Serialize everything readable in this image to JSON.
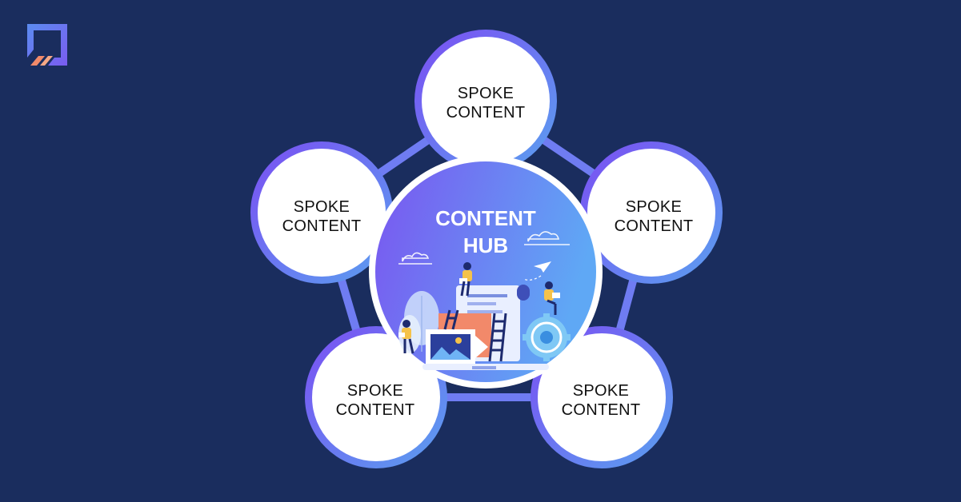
{
  "hub": {
    "line1": "CONTENT",
    "line2": "HUB"
  },
  "spokes": [
    {
      "line1": "SPOKE",
      "line2": "CONTENT"
    },
    {
      "line1": "SPOKE",
      "line2": "CONTENT"
    },
    {
      "line1": "SPOKE",
      "line2": "CONTENT"
    },
    {
      "line1": "SPOKE",
      "line2": "CONTENT"
    },
    {
      "line1": "SPOKE",
      "line2": "CONTENT"
    }
  ],
  "colors": {
    "background": "#1a2d5e",
    "ring_start": "#7b4ef2",
    "ring_end": "#5aa0f0",
    "hub_fill_start": "#7a56f0",
    "hub_fill_end": "#5fa8f5",
    "spoke_fill": "#ffffff",
    "logo_blue": "#6a7cf0",
    "logo_orange": "#f28a6a"
  },
  "icons": [
    "logo-icon",
    "cloud-icon",
    "paper-plane-icon",
    "gear-icon",
    "image-icon",
    "ladder-icon",
    "person-icon",
    "leaf-icon"
  ]
}
